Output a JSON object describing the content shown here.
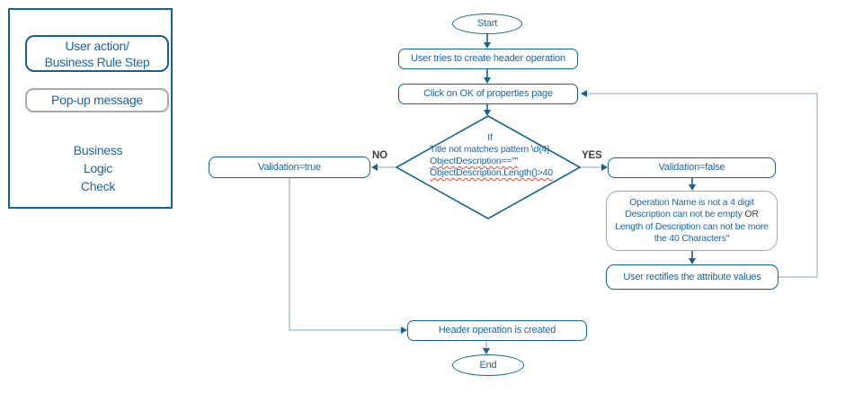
{
  "colors": {
    "border_blue": "#17618e",
    "text_blue": "#1c649c",
    "light_connector": "#9db8d2",
    "gray_border": "#a8a8a8",
    "branch_label": "#3d3d3d",
    "spellcheck_red": "#dd4b39"
  },
  "legend": {
    "action_step": {
      "lines": [
        "User action/",
        "Business Rule Step"
      ]
    },
    "popup_label": "Pop-up message",
    "logic_check": {
      "lines": [
        "Business",
        "Logic",
        "Check"
      ]
    }
  },
  "flow": {
    "start": "Start",
    "create_header": "User tries to create header operation",
    "click_ok": "Click on OK of properties page",
    "decision": {
      "line1": "If",
      "line2": "Title not matches pattern \\d{4}",
      "line3": "ObjectDescription==\"\"",
      "line4": "ObjectDescription.Length()>40"
    },
    "no_label": "NO",
    "yes_label": "YES",
    "validation_true": "Validation=true",
    "validation_false": "Validation=false",
    "popup_message": {
      "line1": "Operation Name is not a 4 digit",
      "line2_main": "Description can not be empty ",
      "line2_or": "OR",
      "line3": "Length of Description can not be more",
      "line4": "the 40 Characters\""
    },
    "user_rectifies": "User rectifies the attribute values",
    "header_created": "Header operation is created",
    "end": "End"
  }
}
